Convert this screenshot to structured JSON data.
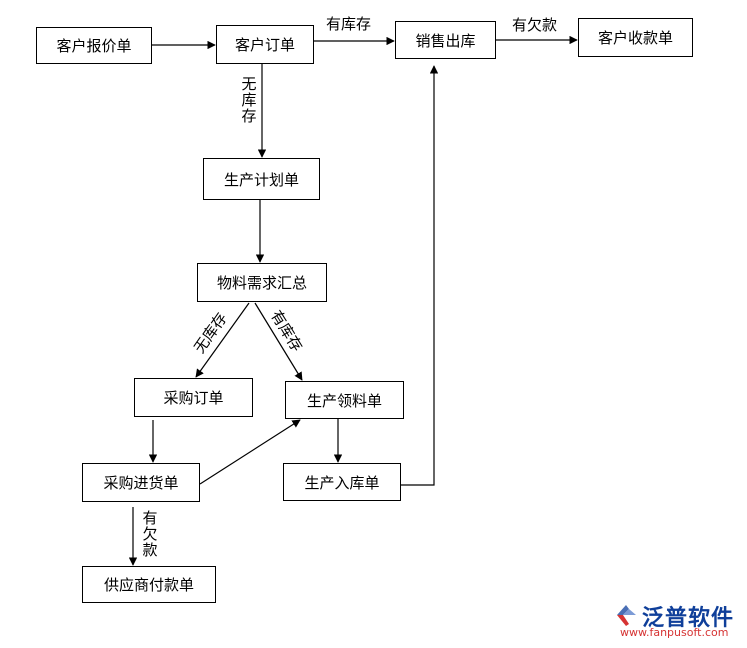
{
  "nodes": {
    "quote": "客户报价单",
    "order": "客户订单",
    "sales_out": "销售出库",
    "receipt": "客户收款单",
    "production_plan": "生产计划单",
    "material_summary": "物料需求汇总",
    "purchase_order": "采购订单",
    "material_requisition": "生产领料单",
    "purchase_receipt": "采购进货单",
    "production_in": "生产入库单",
    "supplier_payment": "供应商付款单"
  },
  "edge_labels": {
    "has_stock_top": "有库存",
    "has_arrears_top": "有欠款",
    "no_stock_mid": [
      "无",
      "库",
      "存"
    ],
    "no_stock_diag": "无库存",
    "has_stock_diag": "有库存",
    "has_arrears_bottom": [
      "有",
      "欠",
      "款"
    ]
  },
  "logo": {
    "name": "泛普软件",
    "url": "www.fanpusoft.com"
  }
}
